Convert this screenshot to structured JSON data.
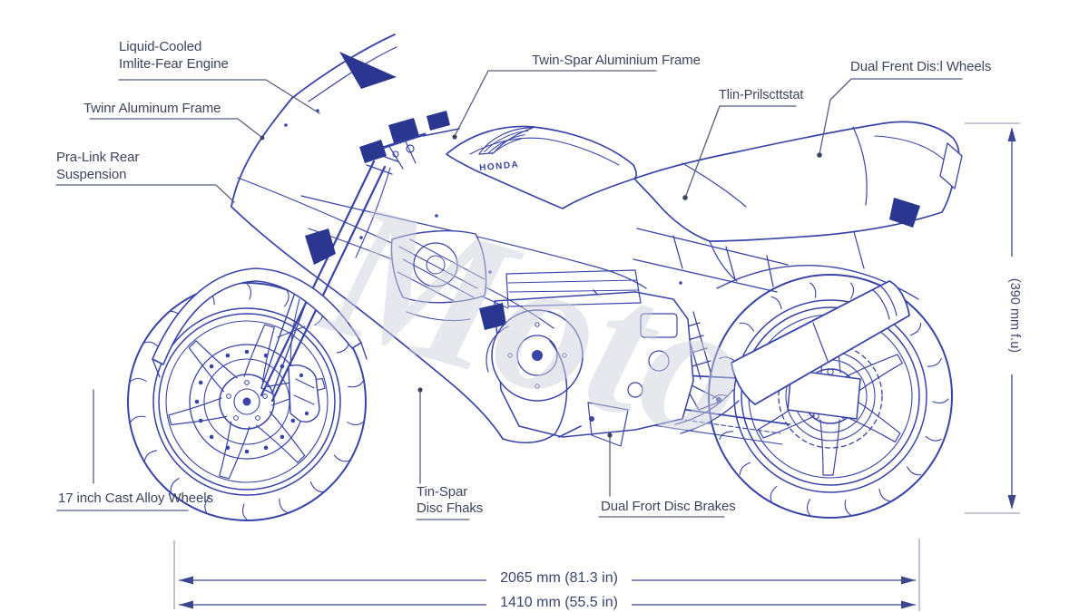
{
  "title": "Motorcycle blueprint diagram",
  "colors": {
    "line": "#3944a8",
    "line_dark": "#2b3690",
    "label": "#3d4460",
    "leader": "#555e7e",
    "dimension": "#3c478f",
    "watermark": "#ced2dc",
    "background": "#ffffff"
  },
  "watermark": {
    "text": "Moto"
  },
  "logo": {
    "text": "HONDA"
  },
  "callouts": {
    "engine": {
      "line1": "Liquid-Cooled",
      "line2": "Imlite-Fear Engine"
    },
    "front_frame": {
      "line1": "Twinr Aluminum Frame"
    },
    "rear_suspension": {
      "line1": "Pra-Link Rear",
      "line2": "Suspension"
    },
    "twin_spar_frame": {
      "line1": "Twin-Spar Aluminium Frame"
    },
    "seat": {
      "line1": "Tlin-Prilscttstat"
    },
    "front_disc_wheels": {
      "line1": "Dual Frent Dis:l Wheels"
    },
    "cast_alloy_wheels": {
      "line1": "17 inch Cast Alloy Wheels"
    },
    "disc_lower": {
      "line1": "Tin-Spar",
      "line2": "Disc Fhaks"
    },
    "front_disc_brakes": {
      "line1": "Dual Frort Disc Brakes"
    }
  },
  "dimensions": {
    "overall_length": "2065 mm (81.3 in)",
    "wheelbase": "1410 mm (55.5 in)",
    "height_rotated": "(390 mm f.u)"
  }
}
